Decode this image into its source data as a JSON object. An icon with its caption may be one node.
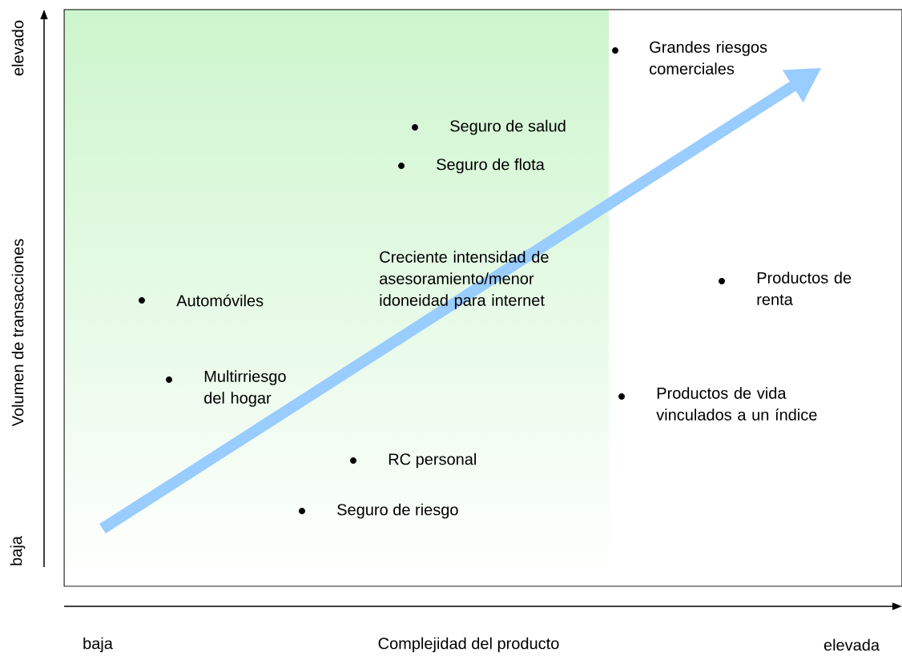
{
  "diagram": {
    "labels": [
      "elevado",
      "Grandes riesgos comerciales",
      "Seguro de salud",
      "Seguro de flota",
      "Volumen de transacciones",
      "Creciente intensidad de asesoramiento/menor idoneidad para internet",
      "Productos de renta",
      "Automóviles",
      "Multirriesgo del hogar",
      "Productos de vida vinculados a un índice",
      "RC personal",
      "Seguro de riesgo",
      "baja",
      "baja",
      "Complejidad del producto",
      "elevada"
    ]
  }
}
